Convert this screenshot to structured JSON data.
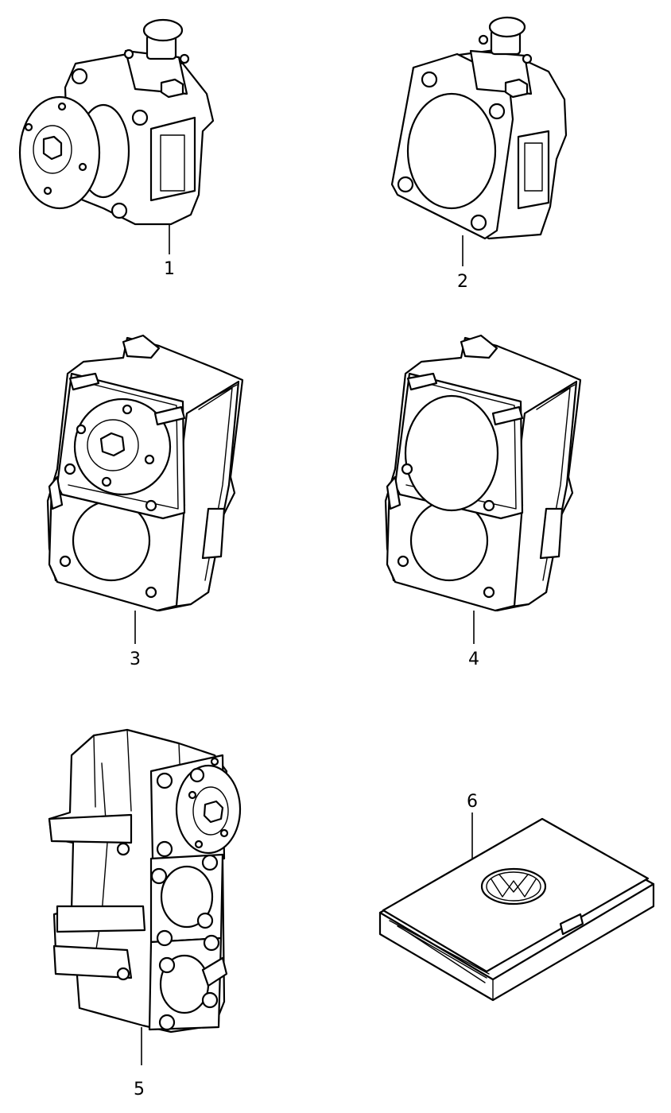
{
  "callouts": [
    {
      "id": 1,
      "label": "1"
    },
    {
      "id": 2,
      "label": "2"
    },
    {
      "id": 3,
      "label": "3"
    },
    {
      "id": 4,
      "label": "4"
    },
    {
      "id": 5,
      "label": "5"
    },
    {
      "id": 6,
      "label": "6"
    }
  ],
  "logo_text": "VW"
}
